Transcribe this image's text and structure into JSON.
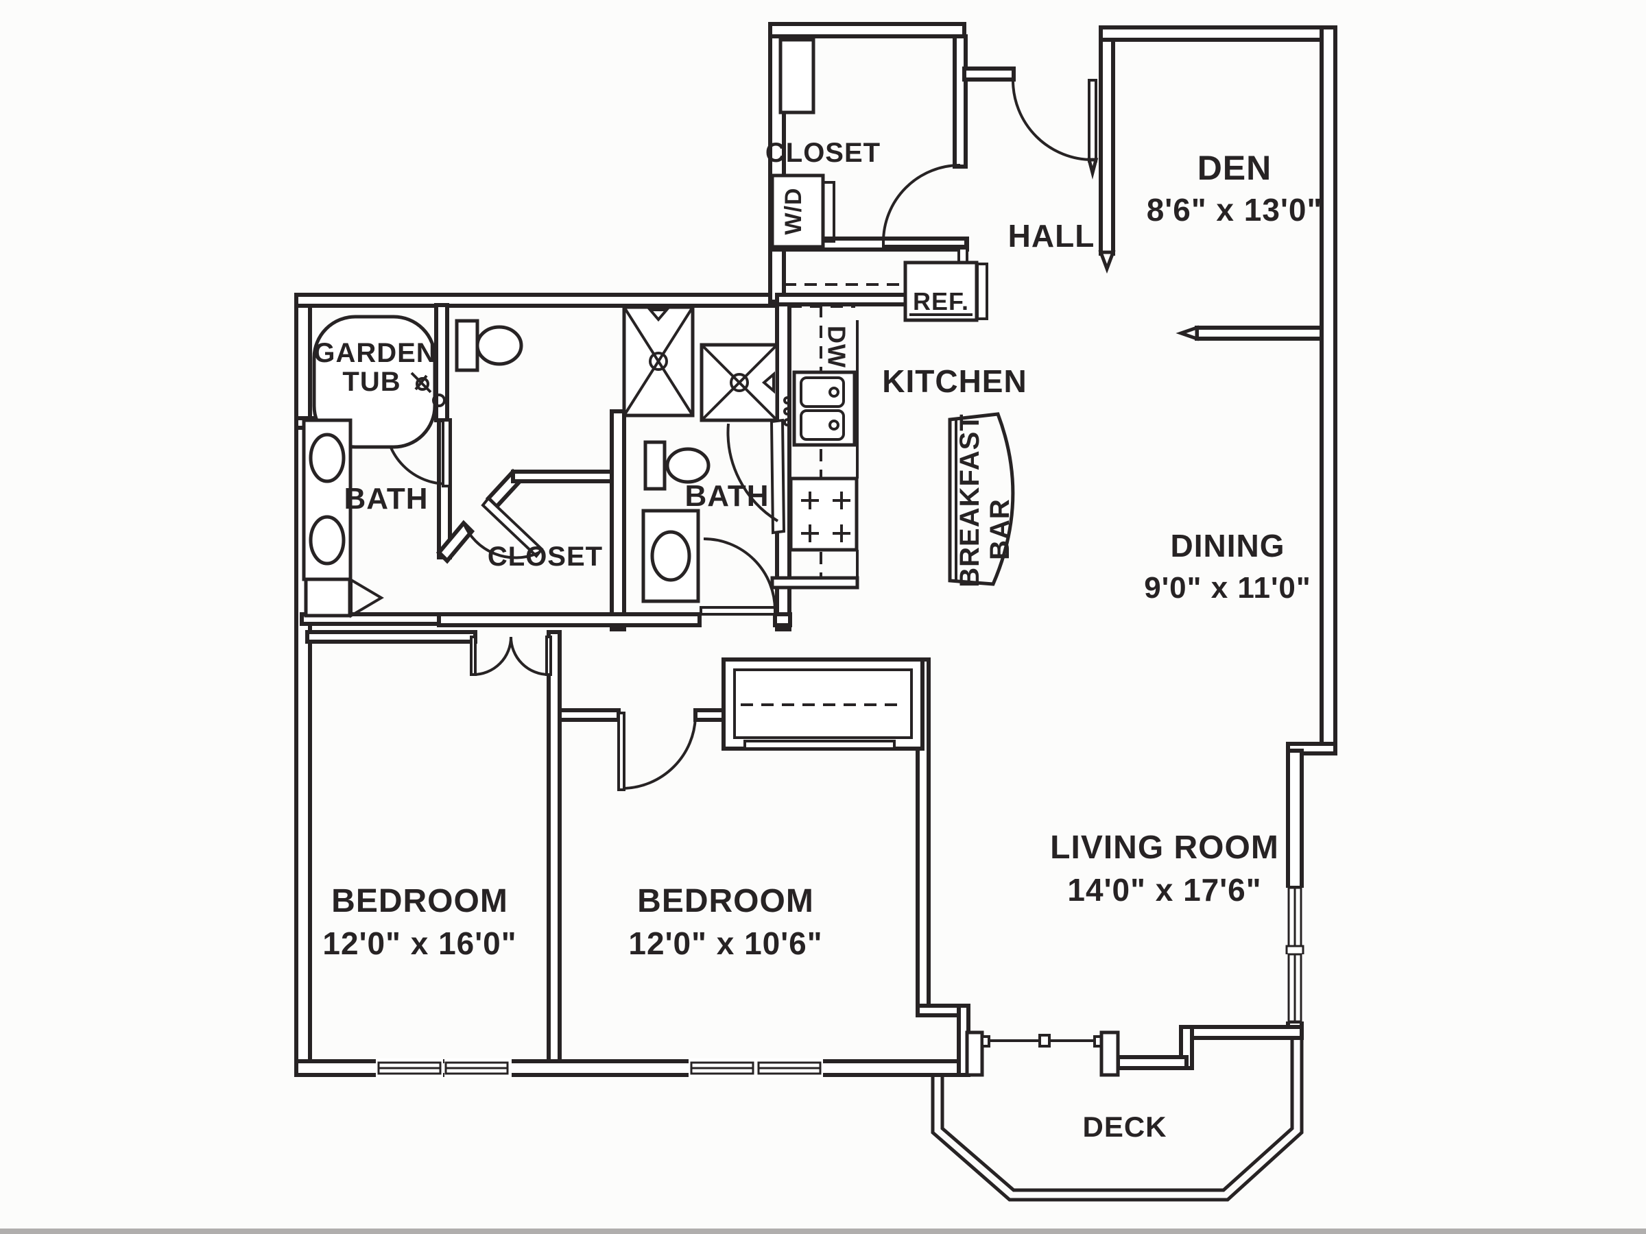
{
  "plan": {
    "title": "Two bedroom with den floor plan",
    "ink_color": "#272324",
    "background_color": "#fcfcfb",
    "rooms": {
      "den": {
        "name": "DEN",
        "dims": "8'6\" x 13'0\""
      },
      "hall": {
        "name": "HALL"
      },
      "laundry_closet": {
        "name": "CLOSET"
      },
      "kitchen": {
        "name": "KITCHEN"
      },
      "dining": {
        "name": "DINING",
        "dims": "9'0\" x 11'0\""
      },
      "living_room": {
        "name": "LIVING ROOM",
        "dims": "14'0\" x 17'6\""
      },
      "bedroom_1": {
        "name": "BEDROOM",
        "dims": "12'0\" x 16'0\""
      },
      "bedroom_2": {
        "name": "BEDROOM",
        "dims": "12'0\" x 10'6\""
      },
      "bath_1": {
        "name": "BATH"
      },
      "bath_2": {
        "name": "BATH"
      },
      "walkin_closet": {
        "name": "CLOSET"
      },
      "deck": {
        "name": "DECK"
      }
    },
    "fixtures": {
      "washer_dryer": "W/D",
      "dishwasher": "DW",
      "refrigerator": "REF.",
      "garden_tub_line1": "GARDEN",
      "garden_tub_line2": "TUB",
      "breakfast_bar_line1": "BREAKFAST",
      "breakfast_bar_line2": "BAR"
    }
  }
}
